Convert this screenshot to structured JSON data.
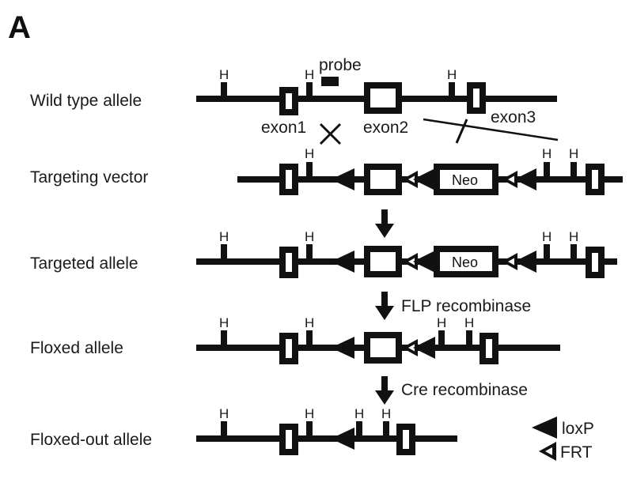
{
  "panel_label": "A",
  "rows": {
    "wild_type": {
      "label": "Wild type allele"
    },
    "targeting_vector": {
      "label": "Targeting vector"
    },
    "targeted": {
      "label": "Targeted allele"
    },
    "floxed": {
      "label": "Floxed allele"
    },
    "floxed_out": {
      "label": "Floxed-out allele"
    }
  },
  "site_label": "H",
  "features": {
    "probe": "probe",
    "exon1": "exon1",
    "exon2": "exon2",
    "exon3": "exon3",
    "neo": "Neo"
  },
  "steps": {
    "flp": "FLP recombinase",
    "cre": "Cre recombinase"
  },
  "legend": {
    "loxp": "loxP",
    "frt": "FRT"
  },
  "colors": {
    "ink": "#111111",
    "background": "#ffffff"
  }
}
